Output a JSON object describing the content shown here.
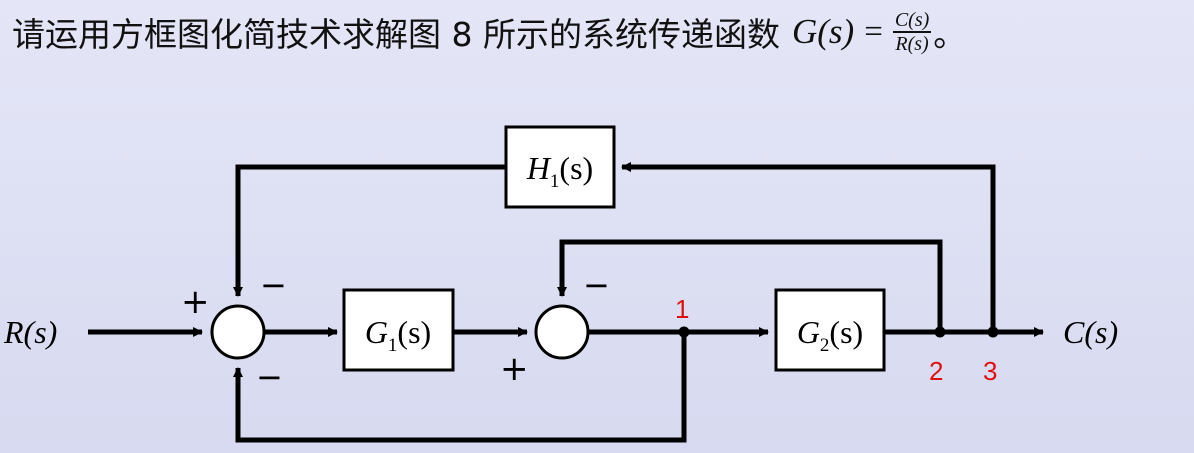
{
  "question": {
    "text": "请运用方框图化简技术求解图 8 所示的系统传递函数",
    "gs": "G(s)",
    "eq": "=",
    "num": "C(s)",
    "den": "R(s)",
    "end": "。"
  },
  "diagram": {
    "input": "R(s)",
    "output": "C(s)",
    "blocks": {
      "h1": "H",
      "h1_sub": "1",
      "g1": "G",
      "g1_sub": "1",
      "g2": "G",
      "g2_sub": "2",
      "arg": "(s)"
    },
    "signs": {
      "sj1_plus": "+",
      "sj1_top_minus": "−",
      "sj1_bottom_minus": "−",
      "sj2_top_minus": "−",
      "sj2_plus": "+"
    },
    "nodes": {
      "n1": "1",
      "n2": "2",
      "n3": "3"
    },
    "colors": {
      "line": "#000000",
      "node_label": "#e01010"
    }
  }
}
